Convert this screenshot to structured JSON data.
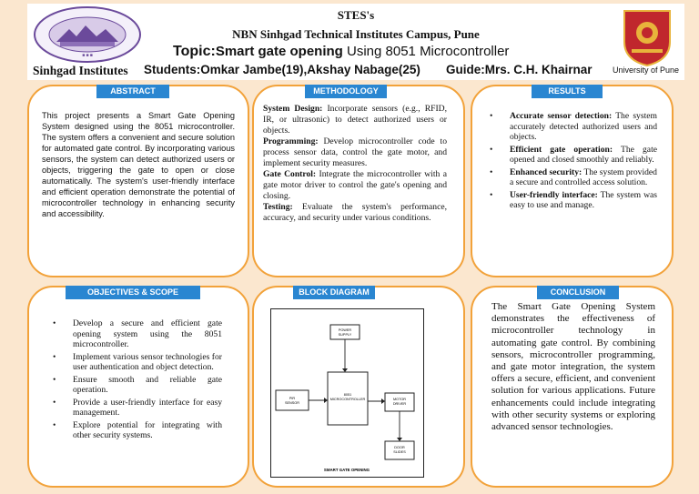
{
  "header": {
    "society": "STES's",
    "campus": "NBN Sinhgad Technical Institutes Campus, Pune",
    "topic_label": "Topic:",
    "topic_title": "Smart gate opening",
    "topic_suffix": " Using 8051 Microcontroller",
    "institute_name": "Sinhgad Institutes",
    "students": "Students:Omkar Jambe(19),Akshay Nabage(25)",
    "guide": "Guide:Mrs. C.H. Khairnar",
    "university": "University of Pune",
    "left_logo_text": "SINHGAD TECHNICAL EDUCATION SOCIETY, PUNE"
  },
  "abstract": {
    "heading": "ABSTRACT",
    "text": "This project presents a Smart Gate Opening System designed using the 8051 microcontroller. The system offers a convenient and secure solution for automated gate control. By incorporating various sensors, the system can detect authorized users or objects, triggering the gate to open or close automatically. The system's user-friendly interface and efficient operation demonstrate the potential of microcontroller technology in enhancing security and accessibility."
  },
  "methodology": {
    "heading": "METHODOLOGY",
    "items": [
      {
        "term": "System Design:",
        "text": " Incorporate sensors (e.g., RFID, IR, or ultrasonic) to detect authorized users or objects."
      },
      {
        "term": "Programming:",
        "text": " Develop microcontroller code to process sensor data, control the gate motor, and implement security measures."
      },
      {
        "term": "Gate Control:",
        "text": " Integrate the microcontroller with a gate motor driver to control the gate's opening and closing."
      },
      {
        "term": "Testing:",
        "text": " Evaluate the system's performance, accuracy, and security under various conditions."
      }
    ]
  },
  "results": {
    "heading": "RESULTS",
    "items": [
      {
        "term": "Accurate sensor detection:",
        "text": " The system accurately detected authorized users and objects."
      },
      {
        "term": "Efficient gate operation:",
        "text": " The gate opened and closed smoothly and reliably."
      },
      {
        "term": "Enhanced security:",
        "text": " The system provided a secure and controlled access solution."
      },
      {
        "term": "User-friendly interface:",
        "text": " The system was easy to use and manage."
      }
    ]
  },
  "objectives": {
    "heading": "OBJECTIVES & SCOPE",
    "items": [
      "Develop a secure and efficient gate opening system using the 8051 microcontroller.",
      "Implement various sensor technologies for user authentication and object detection.",
      "Ensure smooth and reliable gate operation.",
      "Provide a user-friendly interface for easy management.",
      "Explore potential for integrating with other security systems."
    ]
  },
  "block_diagram": {
    "heading": "BLOCK DIAGRAM",
    "power": [
      "POWER",
      "SUPPLY"
    ],
    "mcu": [
      "8051",
      "MICROCONTROLLER"
    ],
    "pir": [
      "PIR",
      "SENSOR"
    ],
    "driver": [
      "MOTOR",
      "DRIVER"
    ],
    "door": [
      "DOOR",
      "SLIDES"
    ],
    "caption": "SMART GATE OPENING"
  },
  "conclusion": {
    "heading": "CONCLUSION",
    "text": "The Smart Gate Opening System demonstrates the effectiveness of microcontroller technology in automating gate control. By combining sensors, microcontroller programming, and gate motor integration, the system offers a secure, efficient, and convenient solution for various applications. Future enhancements could include integrating with other security systems or exploring advanced sensor technologies."
  },
  "colors": {
    "background": "#fbe7cf",
    "panel_border": "#f2a23a",
    "heading_bar": "#2a86d1"
  }
}
